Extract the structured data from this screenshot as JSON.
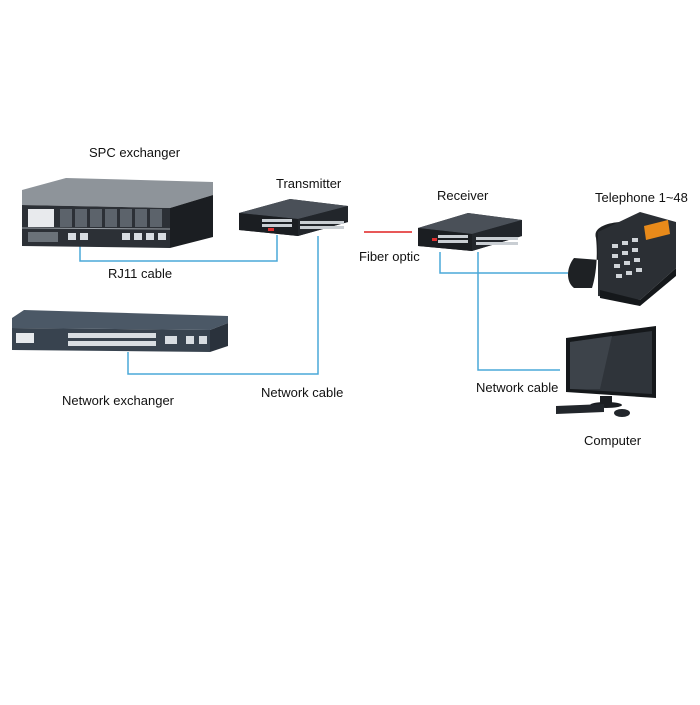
{
  "labels": {
    "spc_exchanger": "SPC exchanger",
    "transmitter": "Transmitter",
    "receiver": "Receiver",
    "telephone": "Telephone 1~48",
    "rj11_cable": "RJ11 cable",
    "fiber_optic": "Fiber optic",
    "network_exchanger": "Network exchanger",
    "network_cable_left": "Network cable",
    "network_cable_right": "Network cable",
    "computer": "Computer"
  },
  "colors": {
    "cable": "#4aa8d8",
    "fiber": "#e02020",
    "device_dark": "#1c1f24",
    "device_mid": "#3a3f47",
    "switch_body": "#3e4a58",
    "port": "#d8dde2"
  }
}
